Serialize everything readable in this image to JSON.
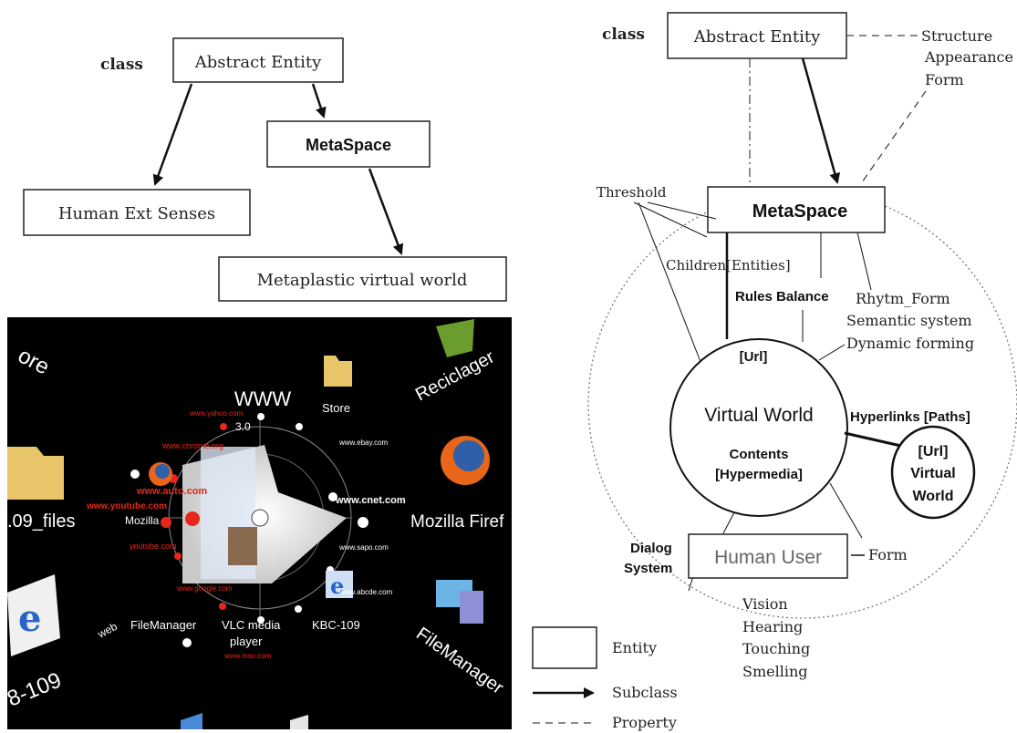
{
  "left_diagram": {
    "class_label": "class",
    "abstract_entity": "Abstract Entity",
    "metaspace": "MetaSpace",
    "human_ext_senses": "Human  Ext Senses",
    "metaplastic": "Metaplastic virtual world"
  },
  "right_diagram": {
    "class_label": "class",
    "abstract_entity": "Abstract Entity",
    "properties": [
      "Structure",
      "Appearance",
      "Form"
    ],
    "threshold": "Threshold",
    "metaspace": "MetaSpace",
    "children": "Children[Entities]",
    "rules_balance": "Rules Balance",
    "rhytm_form": "Rhytm_Form",
    "semantic_system": "Semantic system",
    "dynamic_forming": "Dynamic forming",
    "url": "[Url]",
    "virtual_world": "Virtual World",
    "contents": "Contents",
    "hypermedia": "[Hypermedia]",
    "hyperlinks": "Hyperlinks [Paths]",
    "linked_url": "[Url]",
    "linked_virtual": "Virtual",
    "linked_world": "World",
    "dialog": "Dialog",
    "system": "System",
    "human_user": "Human User",
    "form": "Form",
    "senses": [
      "Vision",
      "Hearing",
      "Touching",
      "Smelling"
    ]
  },
  "legend": {
    "entity": "Entity",
    "subclass": "Subclass",
    "property": "Property"
  },
  "screenshot": {
    "www": "WWW",
    "store": "Store",
    "files": ".09_files",
    "mozilla_firefox": "Mozilla Firef",
    "mozilla": "Mozilla",
    "filemanager": "FileManager",
    "vlc": "VLC media",
    "player": "player",
    "kbc": "KBC-109",
    "web": "web",
    "num_109": "8-109",
    "store_partial": "ore",
    "recicla": "Reciclager",
    "filemanag": "FileManager",
    "version": "3.0",
    "red_links": [
      "www.yahoo.com",
      "www.chrome.org",
      "www.auto.com",
      "www.youtube.com",
      "youtube.com",
      "www.google.com",
      "www.msn.com"
    ],
    "white_links": [
      "www.ebay.com",
      "www.cnet.com",
      "www.sapo.com",
      "www.abcde.com"
    ]
  }
}
